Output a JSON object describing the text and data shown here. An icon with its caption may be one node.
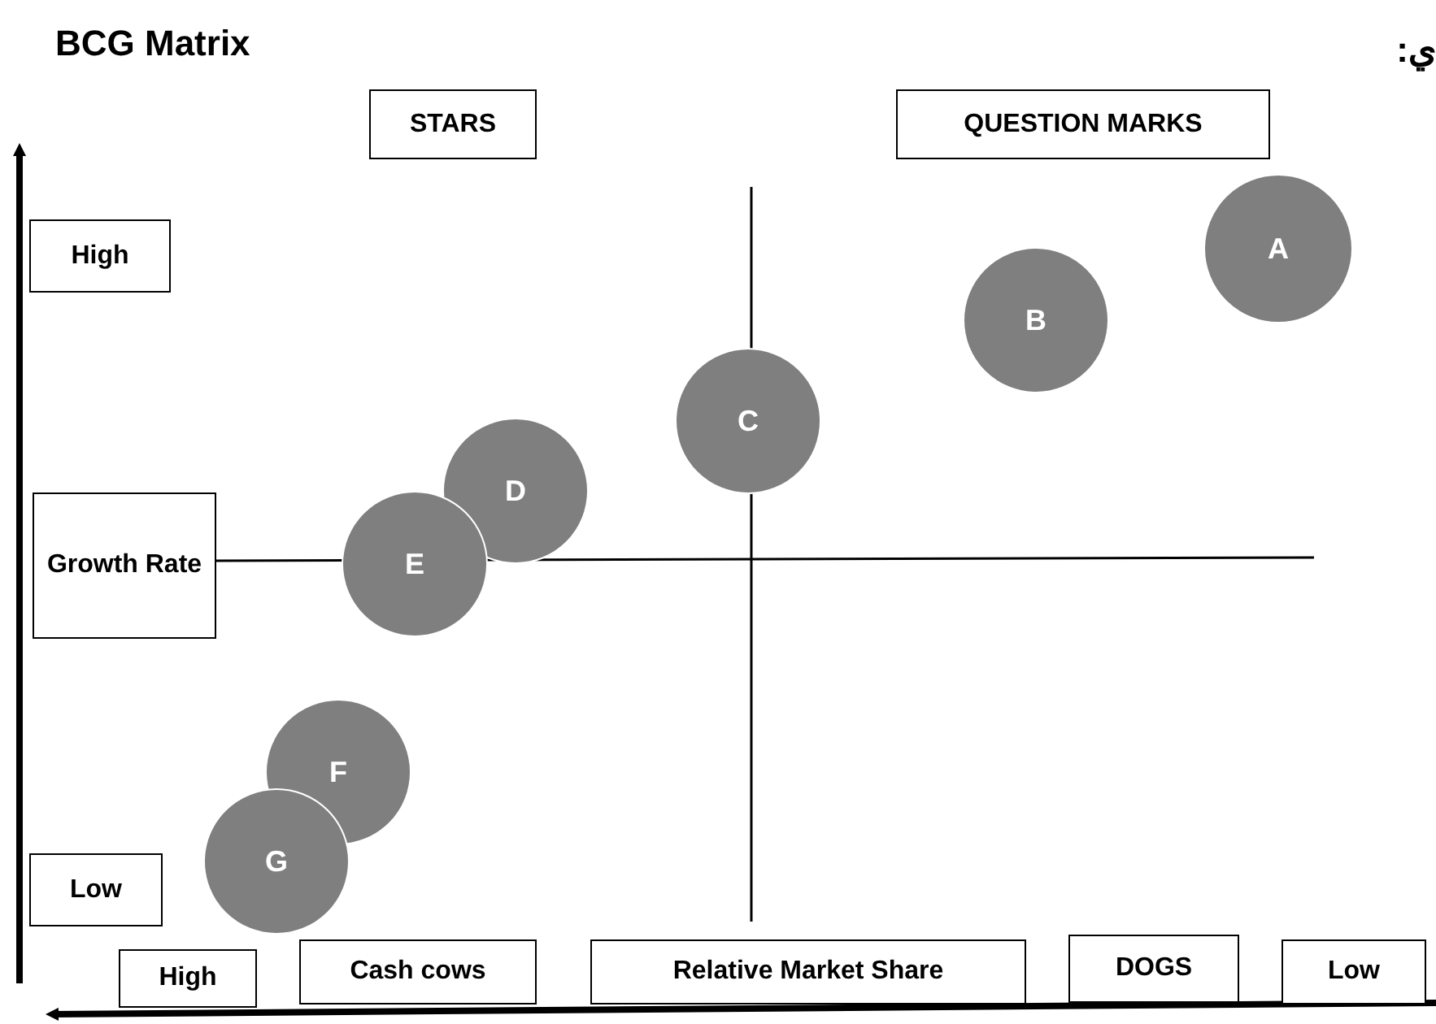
{
  "diagram": {
    "title": "BCG Matrix",
    "nodes": [
      {
        "text": [
          "STARS"
        ]
      },
      {
        "text": [
          "QUESTION MARKS"
        ]
      },
      {
        "text": [
          "High"
        ]
      },
      {
        "text": [
          "A"
        ]
      },
      {
        "text": [
          "B"
        ]
      },
      {
        "text": [
          "C"
        ]
      },
      {
        "text": [
          "D"
        ]
      },
      {
        "text": [
          "Growth Rate"
        ]
      },
      {
        "text": [
          "E"
        ]
      },
      {
        "text": [
          "F"
        ]
      },
      {
        "text": [
          "Low"
        ]
      },
      {
        "text": [
          "G"
        ]
      },
      {
        "text": [
          "High"
        ]
      },
      {
        "text": [
          "Cash cows"
        ]
      },
      {
        "text": [
          "Relative Market Share"
        ]
      },
      {
        "text": [
          "DOGS"
        ]
      },
      {
        "text": [
          "Low"
        ]
      }
    ],
    "edges": [],
    "labels": [
      "ي:"
    ]
  }
}
